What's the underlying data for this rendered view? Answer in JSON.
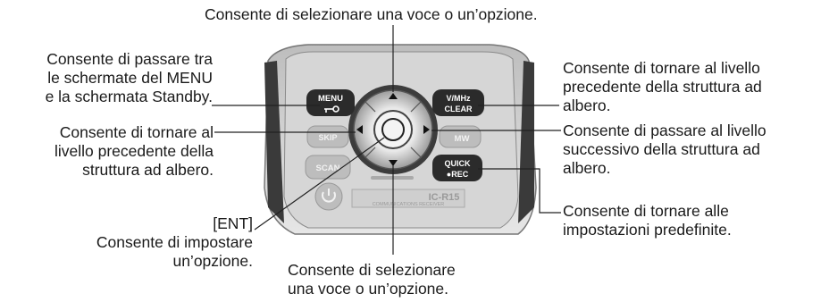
{
  "labels": {
    "top": "Consente di selezionare una voce o un’opzione.",
    "menu_toggle": [
      "Consente di passare tra",
      "le schermate del MENU",
      "e la schermata Standby."
    ],
    "left_back": [
      "Consente di tornare al",
      "livello precedente della",
      "struttura ad albero."
    ],
    "ent_key": "[ENT]",
    "ent_desc": [
      "Consente di impostare",
      "un’opzione."
    ],
    "bottom": [
      "Consente di selezionare",
      "una voce o un’opzione."
    ],
    "clear_back": [
      "Consente di tornare al livello",
      "precedente della struttura ad",
      "albero."
    ],
    "right_next": [
      "Consente di passare al livello",
      "successivo della struttura ad",
      "albero."
    ],
    "quick_defaults": [
      "Consente di tornare alle",
      "impostazioni predefinite."
    ]
  },
  "keys": {
    "menu": "MENU",
    "vmhz": "V/MHz",
    "clear": "CLEAR",
    "skip": "SKIP",
    "mw": "MW",
    "scan": "SCAN",
    "quick": "QUICK",
    "rec": "●REC",
    "model": "IC-R15",
    "subtitle": "COMMUNICATIONS RECEIVER"
  },
  "colors": {
    "panel": "#c9c9c9",
    "key_dark": "#2b2b2b",
    "key_gray": "#a7a7a7",
    "line": "#222222"
  },
  "icons": [
    "key-icon",
    "power-icon",
    "arrow-up-icon",
    "arrow-down-icon",
    "arrow-left-icon",
    "arrow-right-icon"
  ]
}
